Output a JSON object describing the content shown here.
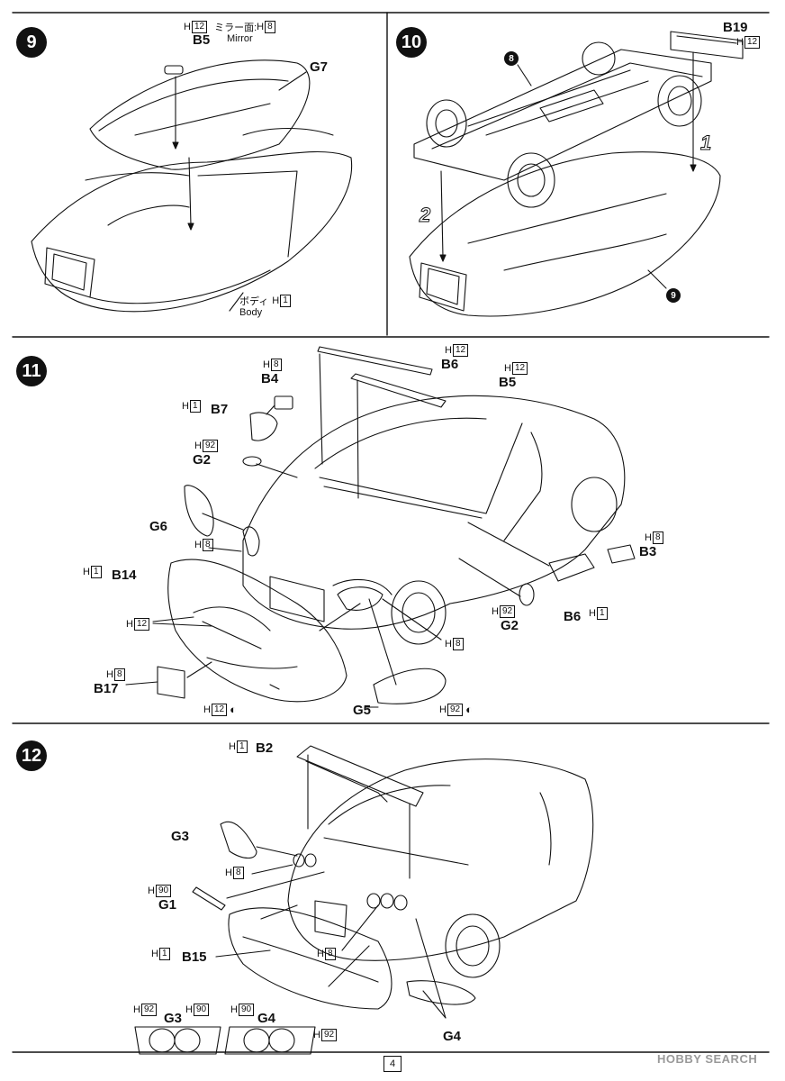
{
  "steps": [
    {
      "number": "9"
    },
    {
      "number": "10"
    },
    {
      "number": "11"
    },
    {
      "number": "12"
    }
  ],
  "step9": {
    "mirror_note": "ミラー面:",
    "mirror_en": "Mirror",
    "b5": "B5",
    "h12": "H",
    "h12_num": "12",
    "h8_num": "8",
    "g7": "G7",
    "body_jp": "ボディ",
    "body_en": "Body",
    "h1_num": "1"
  },
  "step10": {
    "chassis_ref": "8",
    "body_ref": "9",
    "b19": "B19",
    "h12_num": "12",
    "arrow1": "1",
    "arrow2": "2"
  },
  "step11": {
    "b4": "B4",
    "b4_h": "8",
    "b7": "B7",
    "b7_h": "1",
    "g2_top": "G2",
    "g2_top_h": "92",
    "g6": "G6",
    "g6_h": "8",
    "b14": "B14",
    "b14_h": "1",
    "grille_h": "12",
    "b17": "B17",
    "b17_h": "8",
    "bumper_h": "12",
    "b6_top": "B6",
    "b6_top_h": "12",
    "b5": "B5",
    "b5_h": "12",
    "b3": "B3",
    "b3_h": "8",
    "b6_bottom": "B6",
    "b6_bottom_h": "1",
    "g2_bottom": "G2",
    "g2_bottom_h": "92",
    "headlight_h": "8",
    "g5": "G5",
    "g5_h": "92"
  },
  "step12": {
    "b2": "B2",
    "b2_h": "1",
    "g3": "G3",
    "tail_h": "8",
    "g1": "G1",
    "g1_h": "90",
    "b15": "B15",
    "b15_h": "1",
    "tail_r_h": "8",
    "g4": "G4",
    "detail_g3": "G3",
    "detail_g3_h1": "92",
    "detail_g3_h2": "90",
    "detail_g4": "G4",
    "detail_g4_h1": "90",
    "detail_g4_h2": "92"
  },
  "footer": {
    "page": "4",
    "watermark": "HOBBY SEARCH"
  },
  "colors": {
    "ink": "#111111",
    "paper": "#ffffff"
  }
}
